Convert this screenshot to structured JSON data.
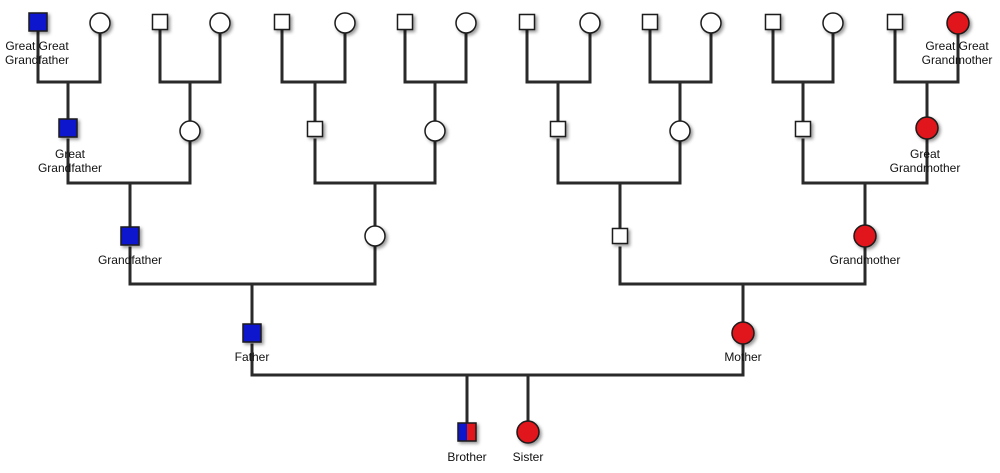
{
  "colors": {
    "male_highlight": "#0a14cc",
    "female_highlight": "#e0141a",
    "blank": "#ffffff",
    "line": "#2a2a2a"
  },
  "labels": {
    "great_great_grandfather": [
      "Great Great",
      "Grandfather"
    ],
    "great_great_grandmother": [
      "Great Great",
      "Grandmother"
    ],
    "great_grandfather": [
      "Great",
      "Grandfather"
    ],
    "great_grandmother": [
      "Great",
      "Grandmother"
    ],
    "grandfather": [
      "Grandfather"
    ],
    "grandmother": [
      "Grandmother"
    ],
    "father": [
      "Father"
    ],
    "mother": [
      "Mother"
    ],
    "brother": [
      "Brother"
    ],
    "sister": [
      "Sister"
    ]
  }
}
